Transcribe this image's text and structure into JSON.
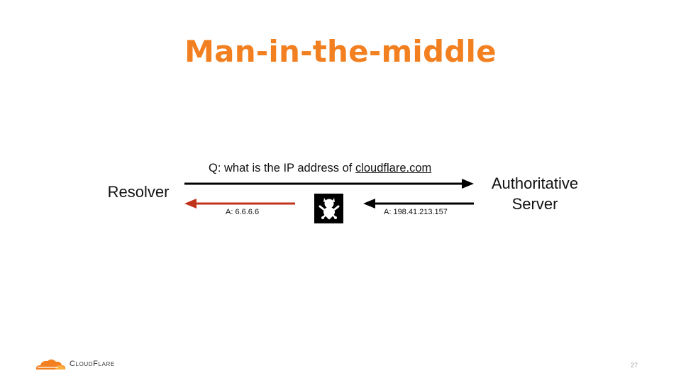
{
  "slide": {
    "title": "Man-in-the-middle",
    "page_number": "27"
  },
  "diagram": {
    "resolver_label": "Resolver",
    "authoritative_line1": "Authoritative",
    "authoritative_line2": "Server",
    "query_prefix": "Q: what is the IP address of ",
    "query_domain": "cloudflare.com",
    "fake_answer": "A: 6.6.6.6",
    "real_answer": "A: 198.41.213.157",
    "attacker_icon": "baby-attacker-icon"
  },
  "logo": {
    "text": "CloudFlare"
  },
  "colors": {
    "title": "#f38020",
    "arrow_black": "#000000",
    "arrow_red": "#c1321b",
    "logo_orange": "#f38020",
    "logo_light": "#faae40"
  }
}
